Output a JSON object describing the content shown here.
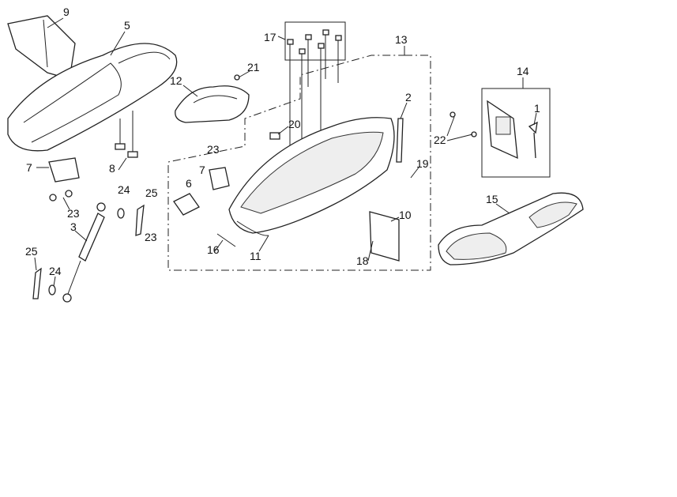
{
  "diagram": {
    "title": "Seat and luggage box exploded parts view",
    "callouts": {
      "c1": "1",
      "c2": "2",
      "c3": "3",
      "c5": "5",
      "c6": "6",
      "c7a": "7",
      "c7b": "7",
      "c8": "8",
      "c9": "9",
      "c10": "10",
      "c11": "11",
      "c12": "12",
      "c13": "13",
      "c14": "14",
      "c15": "15",
      "c16": "16",
      "c17": "17",
      "c18": "18",
      "c19": "19",
      "c20": "20",
      "c21": "21",
      "c22": "22",
      "c23a": "23",
      "c23b": "23",
      "c23c": "23",
      "c24a": "24",
      "c24b": "24",
      "c25a": "25",
      "c25b": "25"
    }
  }
}
